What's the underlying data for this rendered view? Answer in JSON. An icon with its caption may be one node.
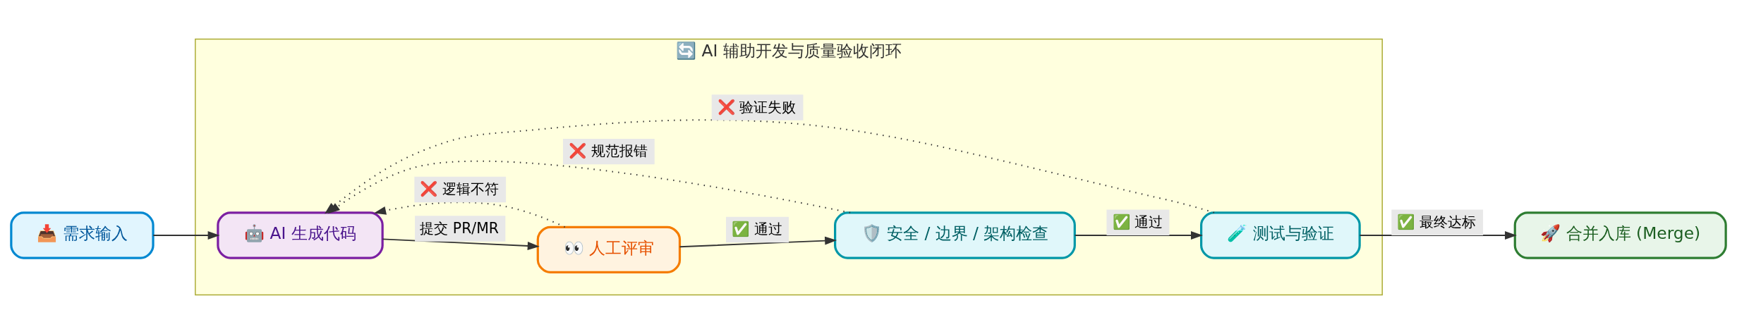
{
  "diagram": {
    "nodes": [
      {
        "text": [
          "📥 需求输入"
        ]
      },
      {
        "text": [
          "🔄 AI 辅助开发与质量验收闭环"
        ]
      },
      {
        "text": [
          "🤖 AI 生成代码"
        ],
        "in": 1
      },
      {
        "text": [
          "👀 人工评审"
        ],
        "in": 1
      },
      {
        "text": [
          "🛡️ 安全 / 边界 / 架构检查"
        ],
        "in": 1
      },
      {
        "text": [
          "🧪 测试与验证"
        ],
        "in": 1
      },
      {
        "text": [
          "🚀 合并入库 (Merge)"
        ]
      }
    ],
    "edges": [
      {
        "from": 0,
        "to": 2,
        "arrow": "to"
      },
      {
        "from": 2,
        "to": 3,
        "arrow": "to",
        "label": "提交 PR/MR"
      },
      {
        "from": 3,
        "to": 2,
        "arrow": "to",
        "label": "❌ 逻辑不符",
        "style": "dashed"
      },
      {
        "from": 3,
        "to": 4,
        "arrow": "to",
        "label": "✅ 通过"
      },
      {
        "from": 4,
        "to": 2,
        "arrow": "to",
        "label": "❌ 规范报错",
        "style": "dashed"
      },
      {
        "from": 4,
        "to": 5,
        "arrow": "to",
        "label": "✅ 通过"
      },
      {
        "from": 5,
        "to": 2,
        "arrow": "to",
        "label": "❌ 验证失败",
        "style": "dashed"
      },
      {
        "from": 5,
        "to": 6,
        "arrow": "to",
        "label": "✅ 最终达标"
      }
    ]
  }
}
